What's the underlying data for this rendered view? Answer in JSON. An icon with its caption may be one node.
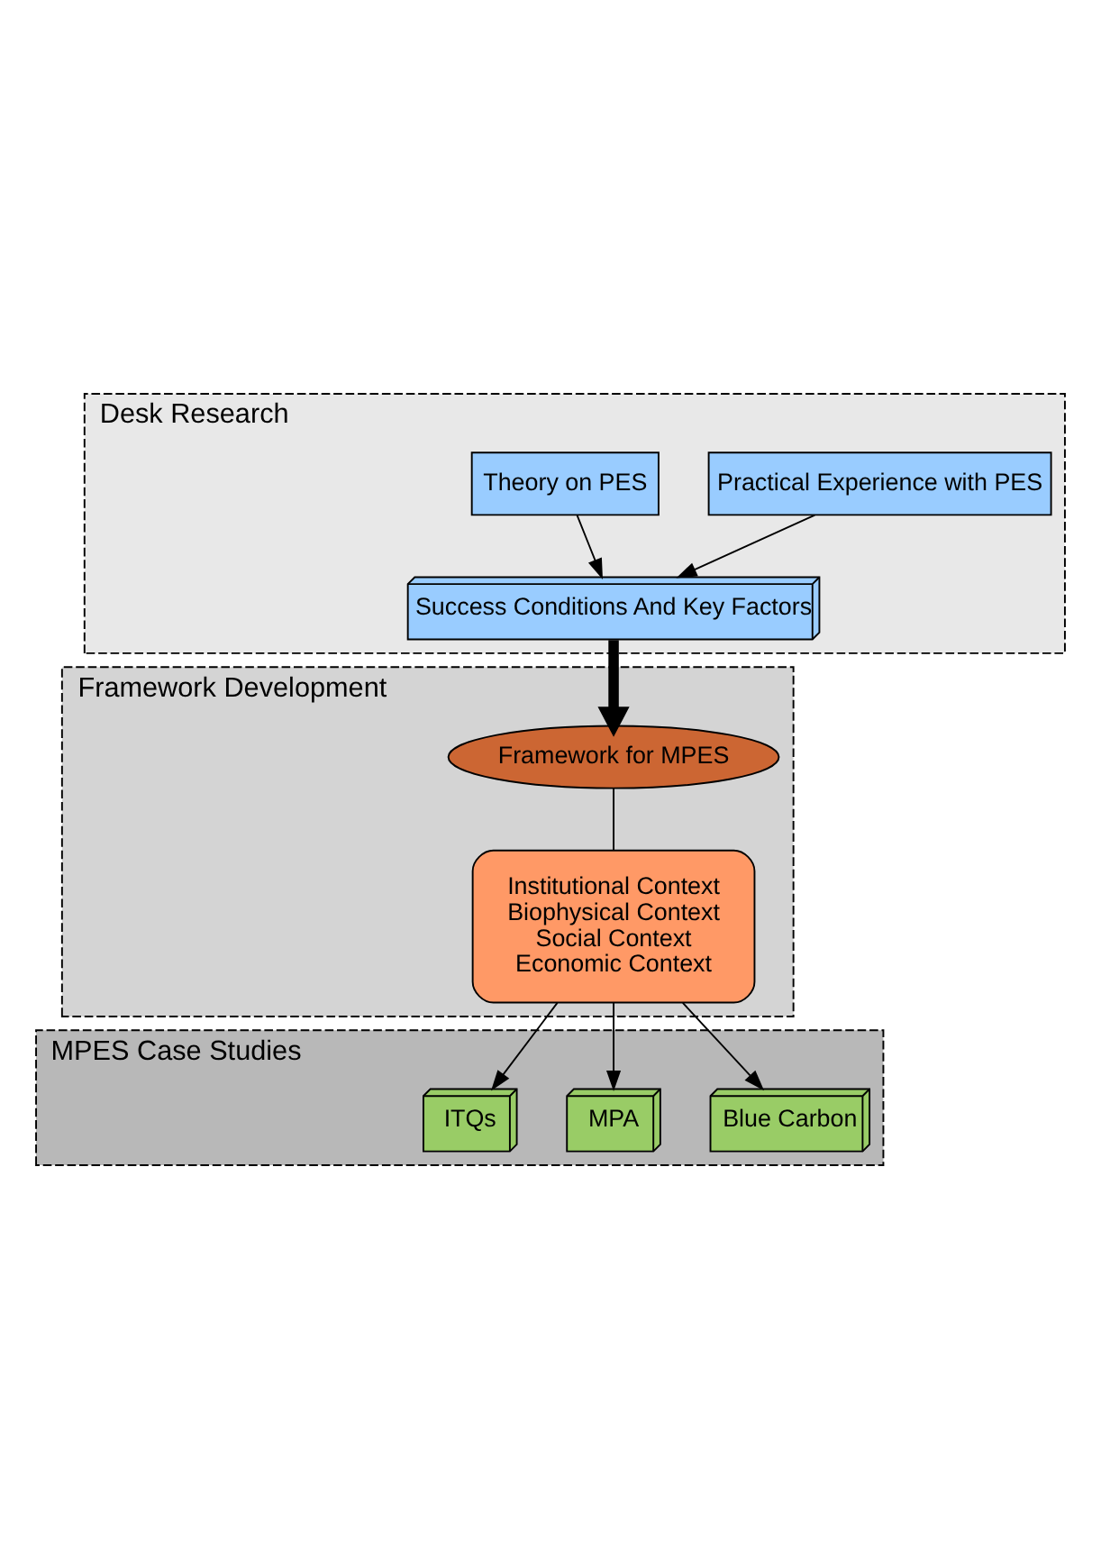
{
  "diagram": {
    "nodes": [
      {
        "text": [
          "Desk Research"
        ]
      },
      {
        "text": [
          "Theory on PES"
        ],
        "in": 0
      },
      {
        "text": [
          "Practical Experience with PES"
        ],
        "in": 0
      },
      {
        "text": [
          "Success Conditions And Key Factors"
        ],
        "in": 0
      },
      {
        "text": [
          "Framework Development"
        ]
      },
      {
        "text": [
          "Framework for MPES"
        ],
        "in": 4
      },
      {
        "text": [
          "Institutional Context",
          "Biophysical Context",
          "Social Context",
          "Economic Context"
        ],
        "in": 4
      },
      {
        "text": [
          "MPES Case Studies"
        ]
      },
      {
        "text": [
          "ITQs"
        ],
        "in": 7
      },
      {
        "text": [
          "MPA"
        ],
        "in": 7
      },
      {
        "text": [
          "Blue Carbon"
        ],
        "in": 7
      }
    ],
    "edges": [
      {
        "from": 1,
        "to": 3,
        "arrow": "to"
      },
      {
        "from": 2,
        "to": 3,
        "arrow": "to"
      },
      {
        "from": 3,
        "to": 5,
        "arrow": "to",
        "style": "thick"
      },
      {
        "from": 5,
        "to": 6,
        "arrow": "none"
      },
      {
        "from": 6,
        "to": 8,
        "arrow": "to"
      },
      {
        "from": 6,
        "to": 9,
        "arrow": "to"
      },
      {
        "from": 6,
        "to": 10,
        "arrow": "to"
      }
    ]
  }
}
